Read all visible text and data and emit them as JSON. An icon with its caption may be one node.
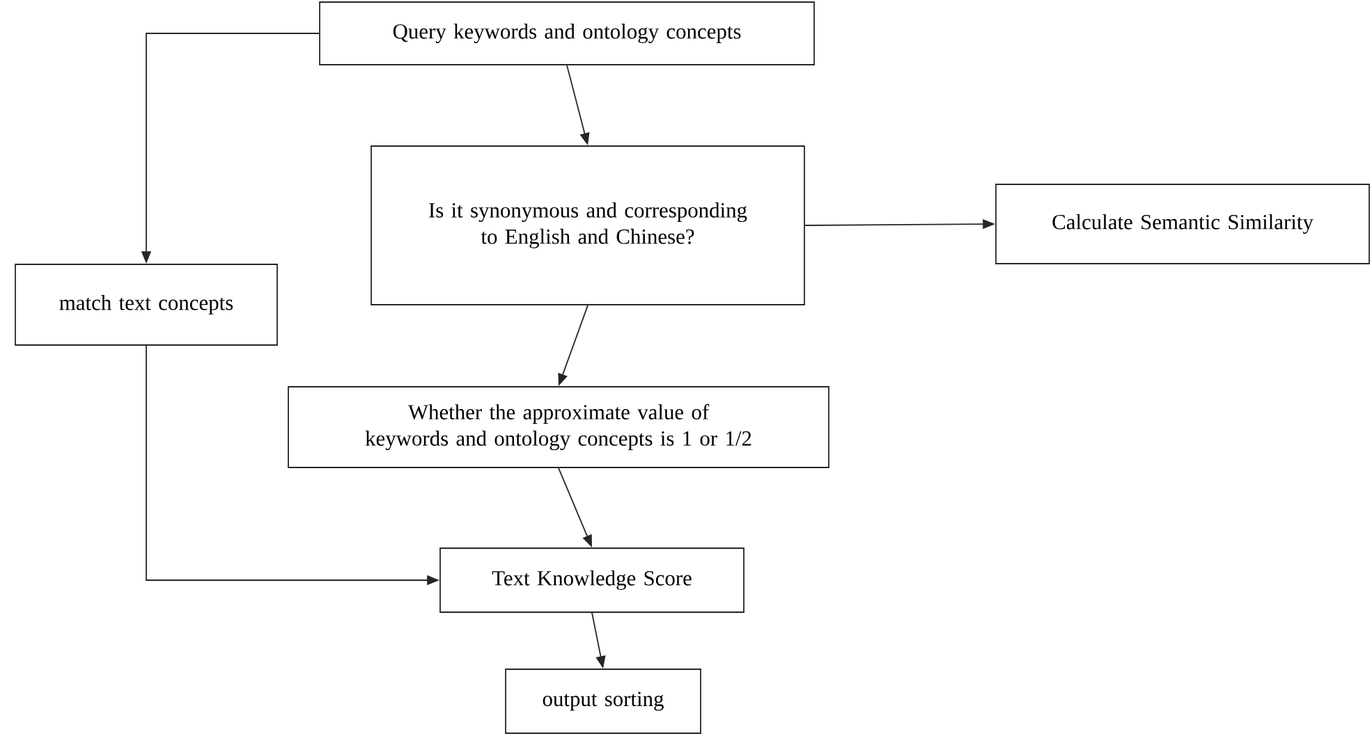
{
  "diagram": {
    "nodes": [
      {
        "text": [
          "Query keywords and ontology concepts"
        ]
      },
      {
        "text": [
          "Is it synonymous and corresponding to English and Chinese?"
        ]
      },
      {
        "text": [
          "Calculate Semantic Similarity"
        ]
      },
      {
        "text": [
          "match text concepts"
        ]
      },
      {
        "text": [
          "Whether the approximate value of keywords and ontology concepts is 1 or 1/2"
        ]
      },
      {
        "text": [
          "Text Knowledge Score"
        ]
      },
      {
        "text": [
          "output sorting"
        ]
      }
    ],
    "edges": [
      {
        "from": 0,
        "to": 1,
        "arrow": "to"
      },
      {
        "from": 0,
        "to": 3,
        "arrow": "to"
      },
      {
        "from": 1,
        "to": 2,
        "arrow": "to"
      },
      {
        "from": 1,
        "to": 4,
        "arrow": "to"
      },
      {
        "from": 4,
        "to": 5,
        "arrow": "to"
      },
      {
        "from": 3,
        "to": 5,
        "arrow": "to"
      },
      {
        "from": 5,
        "to": 6,
        "arrow": "to"
      }
    ]
  }
}
